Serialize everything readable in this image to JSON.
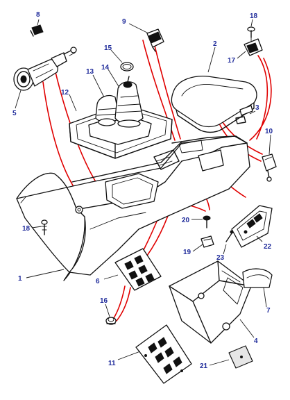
{
  "diagram": {
    "accent_color": "#e00000",
    "label_color": "#1e2a9a",
    "callouts": {
      "c1": "1",
      "c2": "2",
      "c3": "3",
      "c4": "4",
      "c5": "5",
      "c6": "6",
      "c7": "7",
      "c8": "8",
      "c9": "9",
      "c10": "10",
      "c11": "11",
      "c12": "12",
      "c13": "13",
      "c14": "14",
      "c15": "15",
      "c16": "16",
      "c17": "17",
      "c18a": "18",
      "c18b": "18",
      "c19": "19",
      "c20": "20",
      "c21": "21",
      "c22": "22",
      "c23": "23"
    }
  }
}
